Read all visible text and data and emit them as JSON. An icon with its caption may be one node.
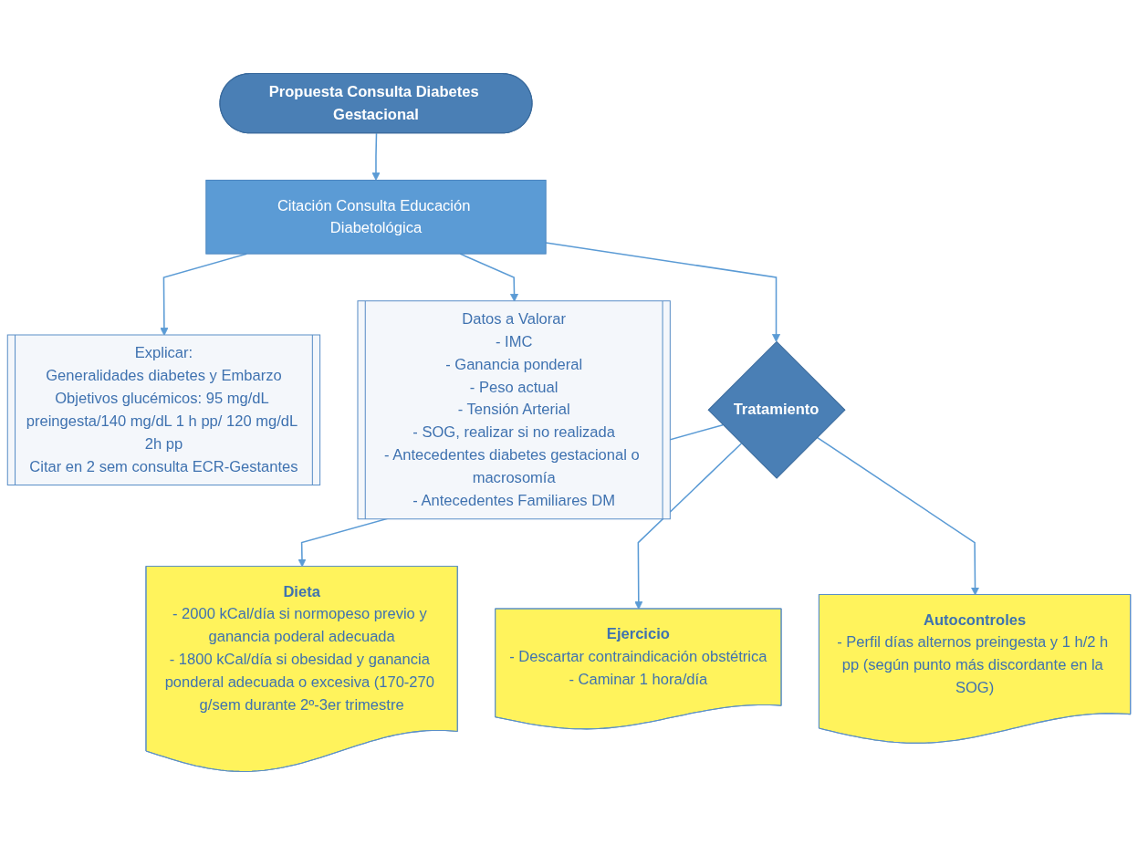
{
  "diagram": {
    "nodes": [
      {
        "text": [
          "Propuesta Consulta Diabetes Gestacional"
        ]
      },
      {
        "text": [
          "Citación Consulta Educación Diabetológica"
        ]
      },
      {
        "text": [
          "Explicar:",
          "Generalidades diabetes y Embarzo",
          "Objetivos glucémicos: 95 mg/dL preingesta/140 mg/dL 1 h pp/ 120 mg/dL 2h pp",
          "Citar en 2 sem consulta ECR-Gestantes"
        ]
      },
      {
        "text": [
          "Datos a Valorar",
          "- IMC",
          "- Ganancia ponderal",
          "- Peso actual",
          "- Tensión Arterial",
          "- SOG, realizar si no realizada",
          "- Antecedentes diabetes gestacional o macrosomía",
          "- Antecedentes Familiares DM"
        ]
      },
      {
        "text": [
          "Tratamiento"
        ]
      },
      {
        "text": [
          "Dieta",
          "- 2000 kCal/día si normopeso previo y ganancia poderal adecuada",
          "- 1800 kCal/día si obesidad y ganancia ponderal adecuada o excesiva (170-270 g/sem durante 2º-3er trimestre"
        ]
      },
      {
        "text": [
          "Ejercicio",
          "- Descartar contraindicación obstétrica",
          "- Caminar 1 hora/día"
        ]
      },
      {
        "text": [
          "Autocontroles",
          "- Perfil días alternos preingesta y 1 h/2 h pp (según punto más discordante en la SOG)"
        ]
      }
    ],
    "edges": [
      {
        "from": 0,
        "to": 1,
        "arrow": "to"
      },
      {
        "from": 1,
        "to": 2,
        "arrow": "to"
      },
      {
        "from": 1,
        "to": 3,
        "arrow": "to"
      },
      {
        "from": 1,
        "to": 4,
        "arrow": "to"
      },
      {
        "from": 4,
        "to": 5,
        "arrow": "to"
      },
      {
        "from": 4,
        "to": 6,
        "arrow": "to"
      },
      {
        "from": 4,
        "to": 7,
        "arrow": "to"
      }
    ]
  }
}
